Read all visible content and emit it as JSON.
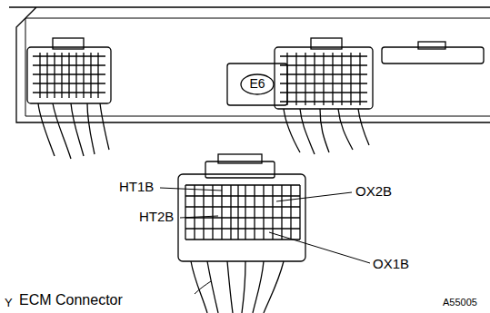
{
  "diagram": {
    "nodes": [
      {
        "text": [
          "E6"
        ]
      }
    ],
    "labels": [
      "HT1B",
      "HT2B",
      "OX2B",
      "OX1B",
      "Y",
      "ECM Connector",
      "A55005"
    ]
  }
}
